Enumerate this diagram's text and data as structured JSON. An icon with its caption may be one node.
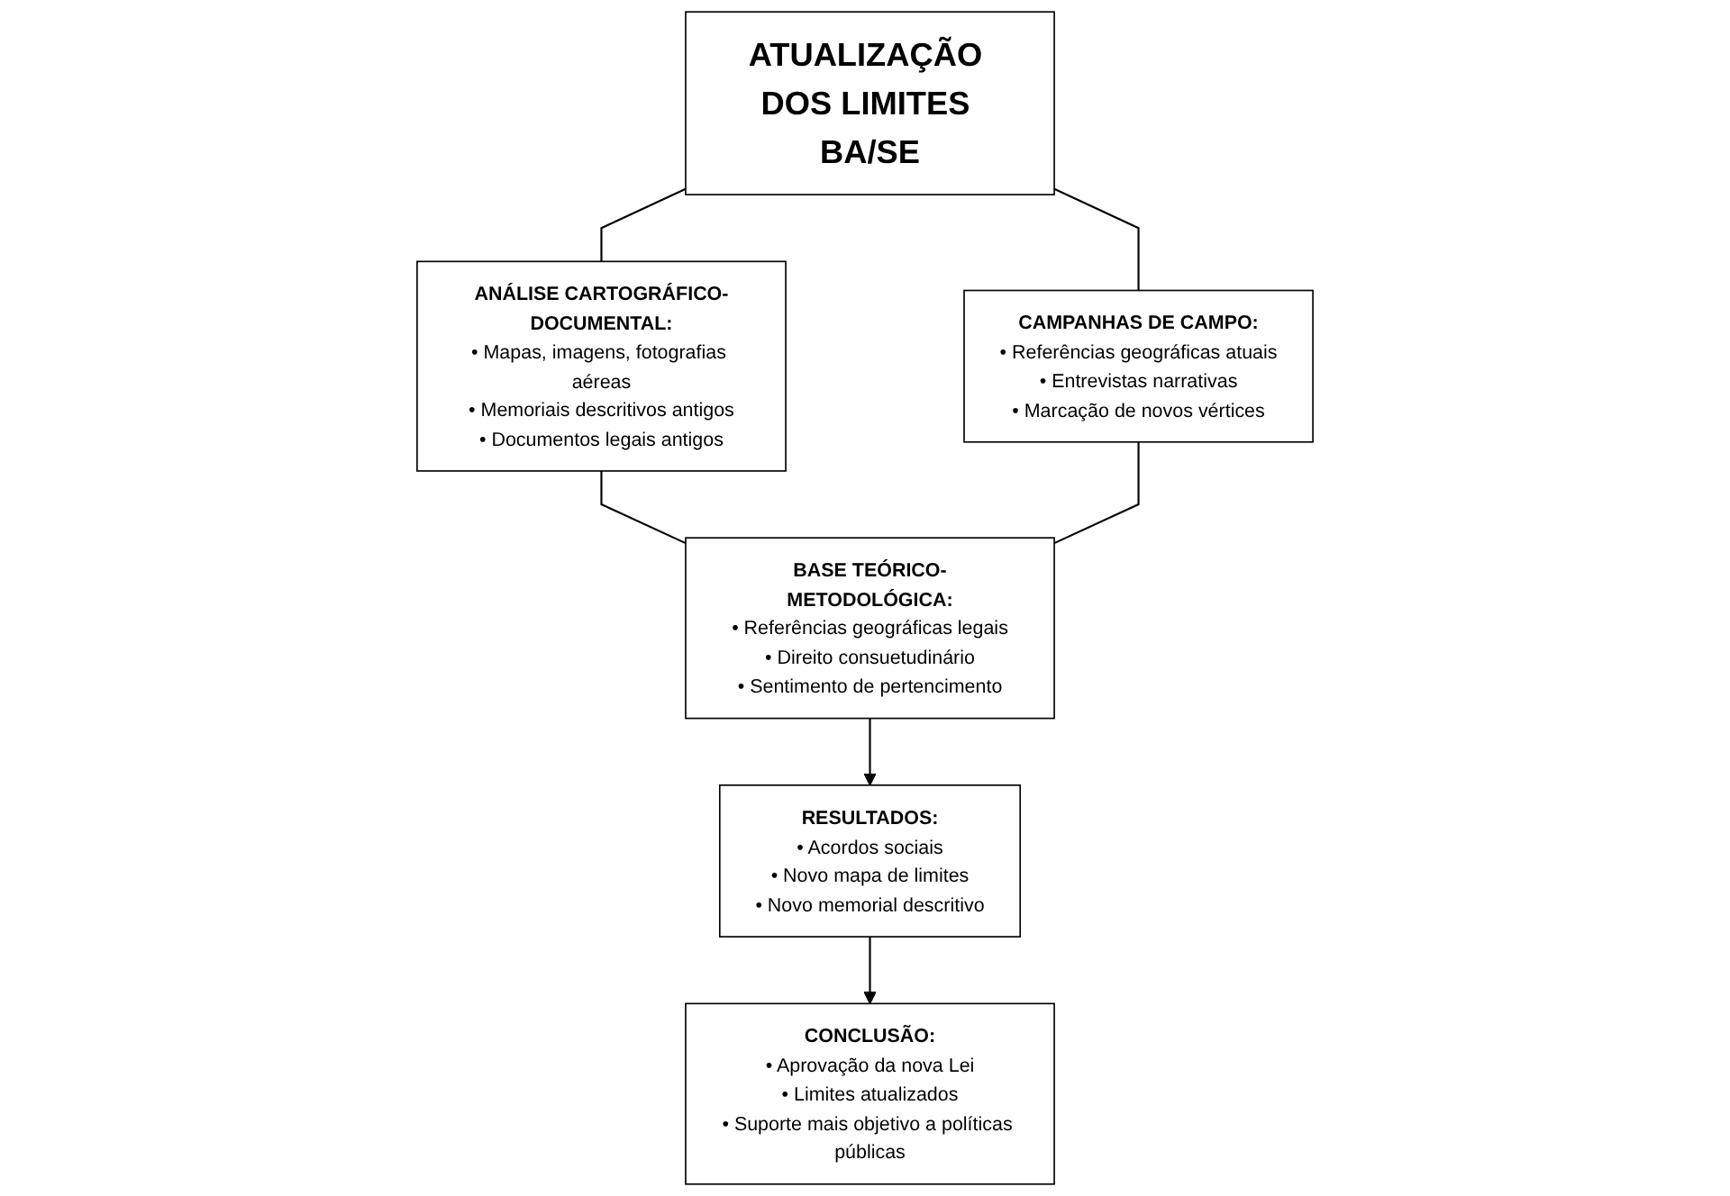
{
  "diagram": {
    "nodes": [
      {
        "text": [
          "ATUALIZAÇÃO DOS LIMITES BA/SE"
        ]
      },
      {
        "text": [
          "ANÁLISE CARTOGRÁFICO-DOCUMENTAL:",
          "• Mapas, imagens, fotografias aéreas",
          "• Memoriais descritivos antigos",
          "• Documentos legais antigos"
        ]
      },
      {
        "text": [
          "CAMPANHAS DE CAMPO:",
          "• Referências geográficas atuais",
          "• Entrevistas narrativas",
          "• Marcação de novos vértices"
        ]
      },
      {
        "text": [
          "BASE TEÓRICO-METODOLÓGICA:",
          "• Referências geográficas legais",
          "• Direito consuetudinário",
          "• Sentimento de pertencimento"
        ]
      },
      {
        "text": [
          "RESULTADOS:",
          "• Acordos sociais",
          "• Novo mapa de limites",
          "• Novo memorial descritivo"
        ]
      },
      {
        "text": [
          "CONCLUSÃO:",
          "• Aprovação da nova Lei",
          "• Limites atualizados",
          "• Suporte mais objetivo a políticas públicas"
        ]
      }
    ],
    "edges": [
      {
        "from": 0,
        "to": 1,
        "arrow": "none"
      },
      {
        "from": 0,
        "to": 2,
        "arrow": "none"
      },
      {
        "from": 1,
        "to": 3,
        "arrow": "none"
      },
      {
        "from": 2,
        "to": 3,
        "arrow": "none"
      },
      {
        "from": 3,
        "to": 4,
        "arrow": "to"
      },
      {
        "from": 4,
        "to": 5,
        "arrow": "to"
      }
    ]
  }
}
